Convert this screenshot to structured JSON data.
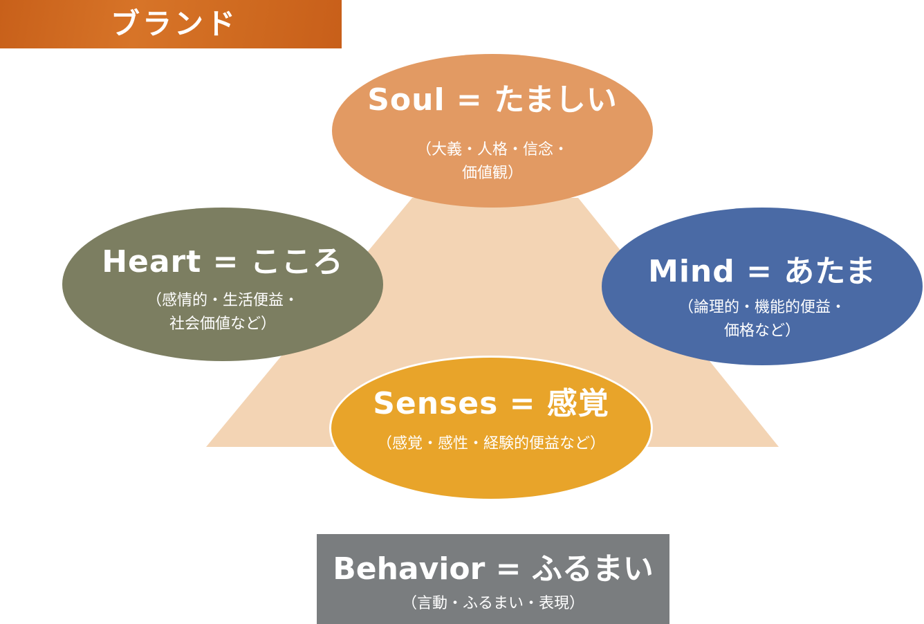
{
  "banner": {
    "title": "ブランド",
    "color": "#d2691f"
  },
  "pyramid": {
    "color": "#f3d4b4"
  },
  "nodes": {
    "soul": {
      "title": "Soul = たましい",
      "sub_line1": "（大義・人格・信念・",
      "sub_line2": "価値観）",
      "color": "#e29a63"
    },
    "heart": {
      "title": "Heart = こころ",
      "sub_line1": "（感情的・生活便益・",
      "sub_line2": "社会価値など）",
      "color": "#7c7e61"
    },
    "mind": {
      "title": "Mind = あたま",
      "sub_line1": "（論理的・機能的便益・",
      "sub_line2": "価格など）",
      "color": "#4a6aa5"
    },
    "senses": {
      "title": "Senses = 感覚",
      "sub_line1": "（感覚・感性・経験的便益など）",
      "color": "#e8a42a"
    }
  },
  "behavior": {
    "title": "Behavior = ふるまい",
    "sub": "（言動・ふるまい・表現）",
    "color": "#7a7d7f"
  }
}
